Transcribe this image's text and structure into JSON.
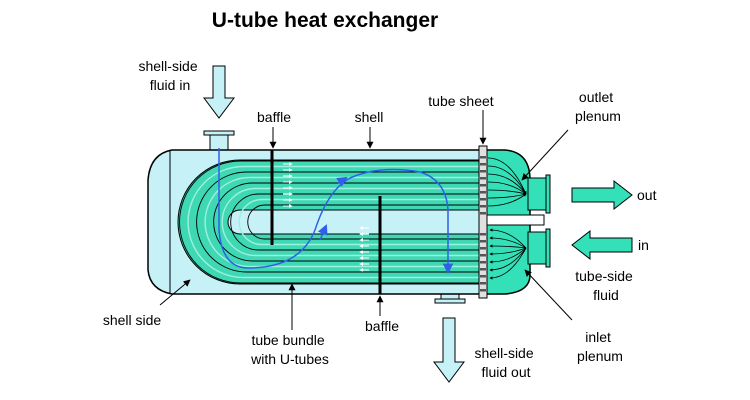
{
  "title": "U-tube heat exchanger",
  "labels": {
    "shell_side_fluid_in": [
      "shell-side",
      "fluid in"
    ],
    "baffle_top": "baffle",
    "shell": "shell",
    "tube_sheet": "tube sheet",
    "outlet_plenum": [
      "outlet",
      "plenum"
    ],
    "out": "out",
    "in": "in",
    "tube_side_fluid": [
      "tube-side",
      "fluid"
    ],
    "inlet_plenum": [
      "inlet",
      "plenum"
    ],
    "shell_side_fluid_out": [
      "shell-side",
      "fluid out"
    ],
    "baffle_bottom": "baffle",
    "tube_bundle": [
      "tube bundle",
      "with U-tubes"
    ],
    "shell_side": "shell side"
  },
  "colors": {
    "shell_fluid": "#c6f1f7",
    "tube_fluid": "#3fd8b5",
    "tube_stripe": "#9ff0dc",
    "plenum": "#33e0b8",
    "flow_arrow": "#2f60e6",
    "tube_sheet": "#e0e0e0",
    "outline": "#000000"
  }
}
